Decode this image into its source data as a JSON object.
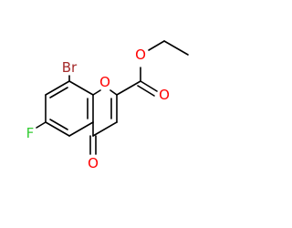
{
  "molecule": {
    "atoms": {
      "bromine": "Br",
      "ring_oxygen": "O",
      "ester_carbonyl_oxygen": "O",
      "ester_oxygen": "O",
      "fluorine": "F",
      "ketone_oxygen": "O"
    },
    "colors": {
      "bond": "#000000",
      "bromine": "#a52a2a",
      "oxygen": "#ff0000",
      "fluorine": "#33cc33"
    }
  }
}
